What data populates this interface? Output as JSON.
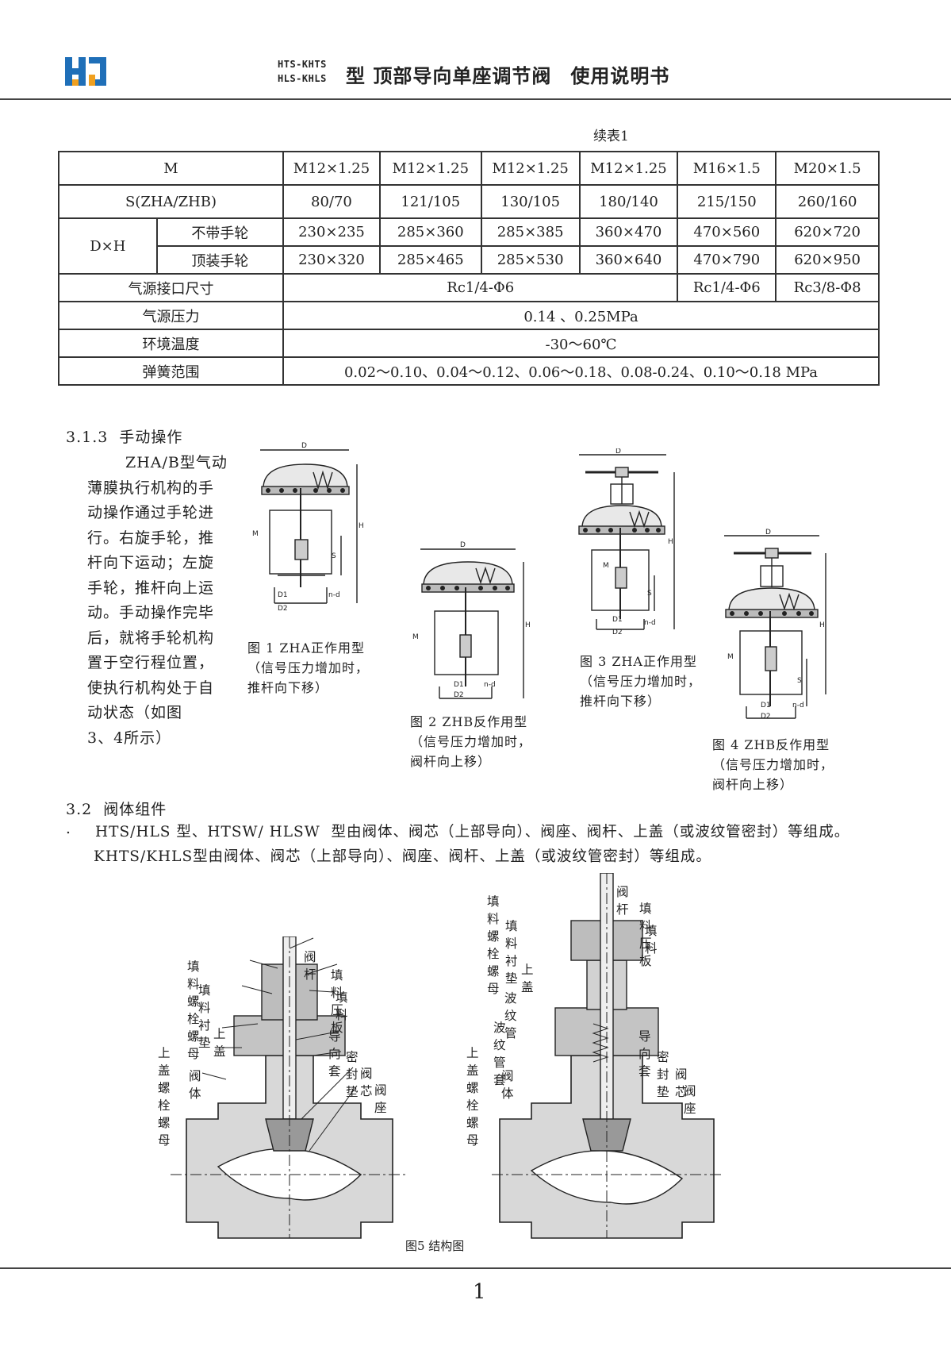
{
  "header": {
    "model_top": "HTS-KHTS",
    "model_bottom": "HLS-KHLS",
    "title_part1": "型 顶部导向单座调节阀",
    "title_part2": "使用说明书"
  },
  "table": {
    "caption": "续表1",
    "rows": {
      "m": {
        "label": "M",
        "values": [
          "M12×1.25",
          "M12×1.25",
          "M12×1.25",
          "M12×1.25",
          "M16×1.5",
          "M20×1.5"
        ]
      },
      "s": {
        "label": "S(ZHA/ZHB)",
        "values": [
          "80/70",
          "121/105",
          "130/105",
          "180/140",
          "215/150",
          "260/160"
        ]
      },
      "dh": {
        "label": "D×H",
        "no_wheel": {
          "label": "不带手轮",
          "values": [
            "230×235",
            "285×360",
            "285×385",
            "360×470",
            "470×560",
            "620×720"
          ]
        },
        "top_wheel": {
          "label": "顶装手轮",
          "values": [
            "230×320",
            "285×465",
            "285×530",
            "360×640",
            "470×790",
            "620×950"
          ]
        }
      },
      "port": {
        "label": "气源接口尺寸",
        "values": [
          "Rc1/4-Φ6",
          "Rc1/4-Φ6",
          "Rc3/8-Φ8"
        ]
      },
      "pressure": {
        "label": "气源压力",
        "value": "0.14 、0.25MPa"
      },
      "temp": {
        "label": "环境温度",
        "value": "-30～60℃"
      },
      "spring": {
        "label": "弹簧范围",
        "value": "0.02～0.10、0.04～0.12、0.06～0.18、0.08-0.24、0.10～0.18 MPa"
      }
    }
  },
  "section_313": {
    "heading": "3.1.3  手动操作",
    "lines": [
      "ZHA/B型气动",
      "薄膜执行机构的手",
      "动操作通过手轮进",
      "行。右旋手轮，推",
      "杆向下运动；左旋",
      "手轮，推杆向上运",
      "动。手动操作完毕",
      "后，就将手轮机构",
      "置于空行程位置，",
      "使执行机构处于自",
      "动状态（如图",
      "3、4所示）"
    ]
  },
  "figures": {
    "fig1": [
      "图 1  ZHA正作用型",
      "（信号压力增加时，",
      "推杆向下移）"
    ],
    "fig2": [
      "图 2  ZHB反作用型",
      "（信号压力增加时，",
      "阀杆向上移）"
    ],
    "fig3": [
      "图 3  ZHA正作用型",
      "（信号压力增加时，",
      "推杆向下移）"
    ],
    "fig4": [
      "图 4  ZHB反作用型",
      "（信号压力增加时，",
      "阀杆向上移）"
    ],
    "dim_labels": {
      "d": "D",
      "h": "H",
      "s": "S",
      "m": "M",
      "d1": "D1",
      "d2": "D2",
      "nd": "n-d"
    }
  },
  "section_32": {
    "heading": "3.2  阀体组件",
    "bullet": ".",
    "line1": "HTS/HLS 型、HTSW/ HLSW  型由阀体、阀芯（上部导向）、阀座、阀杆、上盖（或波纹管密封）等组成。",
    "line2": "KHTS/KHLS型由阀体、阀芯（上部导向）、阀座、阀杆、上盖（或波纹管密封）等组成。"
  },
  "fig5": {
    "caption": "图5 结构图",
    "left_labels": {
      "stem": "阀杆",
      "bolt_nut": "填料螺栓螺母",
      "gland": "填料压板",
      "washer": "填料衬垫",
      "packing": "填料",
      "bonnet": "上盖",
      "guide": "导向套",
      "bonnet_bolt": "上盖螺栓螺母",
      "gasket": "密封垫",
      "body": "阀体",
      "plug": "阀芯",
      "seat": "阀座"
    },
    "right_labels": {
      "stem": "阀杆",
      "bolt_nut": "填料螺栓螺母",
      "gland": "填料压板",
      "washer": "填料衬垫",
      "packing": "填料",
      "bonnet": "上盖",
      "bellows": "波纹管",
      "bellows_sleeve": "波纹管套",
      "guide": "导向套",
      "bonnet_bolt": "上盖螺栓螺母",
      "gasket": "密封垫",
      "body": "阀体",
      "plug": "阀芯",
      "seat": "阀座"
    }
  },
  "footer": {
    "page_number": "1"
  },
  "colors": {
    "logo_blue": "#1f6fb8",
    "logo_orange": "#f0a020",
    "rule": "#444444"
  }
}
